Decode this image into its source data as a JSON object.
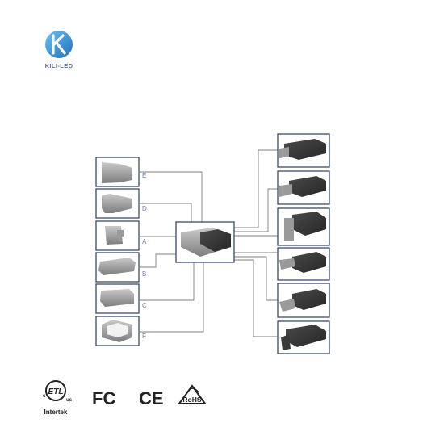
{
  "logo": {
    "brand_text": "KILI-LED"
  },
  "diagram": {
    "center_label": "",
    "left_modules": [
      {
        "label": "E"
      },
      {
        "label": "D"
      },
      {
        "label": "A"
      },
      {
        "label": "B"
      },
      {
        "label": "C"
      },
      {
        "label": "F"
      }
    ],
    "right_fixture_count": 6
  },
  "certifications": {
    "etl": {
      "main": "ETL",
      "c": "c",
      "us": "us",
      "sub": "Intertek"
    },
    "fcc": {
      "main": "FC"
    },
    "ce": {
      "main": "CE"
    },
    "rohs": {
      "main": "RoHS"
    }
  },
  "colors": {
    "frame_border": "#3a4a6a",
    "connector_line": "#7f7f7f",
    "label_color": "#6f7f9a",
    "fixture_dark": "#3a3a3a",
    "fixture_grey": "#9a9a9a",
    "logo_blue": "#2f8ed8"
  }
}
